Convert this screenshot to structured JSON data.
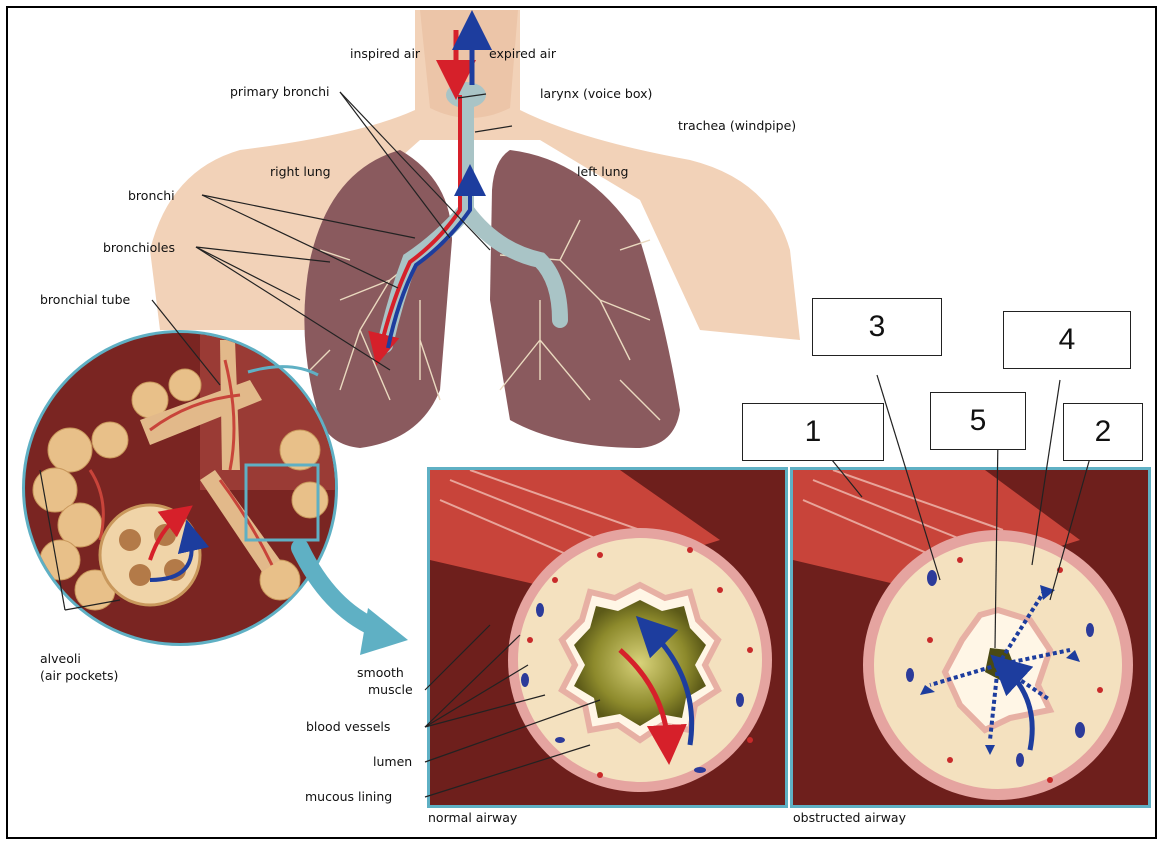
{
  "labels": {
    "inspired_air": "inspired air",
    "expired_air": "expired air",
    "primary_bronchi": "primary bronchi",
    "larynx": "larynx (voice box)",
    "trachea": "trachea (windpipe)",
    "right_lung": "right lung",
    "left_lung": "left lung",
    "bronchi": "bronchi",
    "bronchioles": "bronchioles",
    "bronchial_tube": "bronchial tube",
    "alveoli_line1": "alveoli",
    "alveoli_line2": "(air pockets)",
    "smooth_muscle_line1": "smooth",
    "smooth_muscle_line2": "muscle",
    "blood_vessels": "blood vessels",
    "lumen": "lumen",
    "mucous_lining": "mucous lining",
    "normal_airway": "normal airway",
    "obstructed_airway": "obstructed airway"
  },
  "number_boxes": [
    "1",
    "2",
    "3",
    "4",
    "5"
  ],
  "colors": {
    "skin": "#f2d2b8",
    "lung": "#8a5a5e",
    "trachea": "#a9c4c6",
    "muscle": "#c8443a",
    "tissue": "#f4e1bf",
    "frame_teal": "#5fb0c4",
    "air_in": "#d6202a",
    "air_out": "#1d3d9e",
    "panel_bg": "#6e1f1c"
  }
}
